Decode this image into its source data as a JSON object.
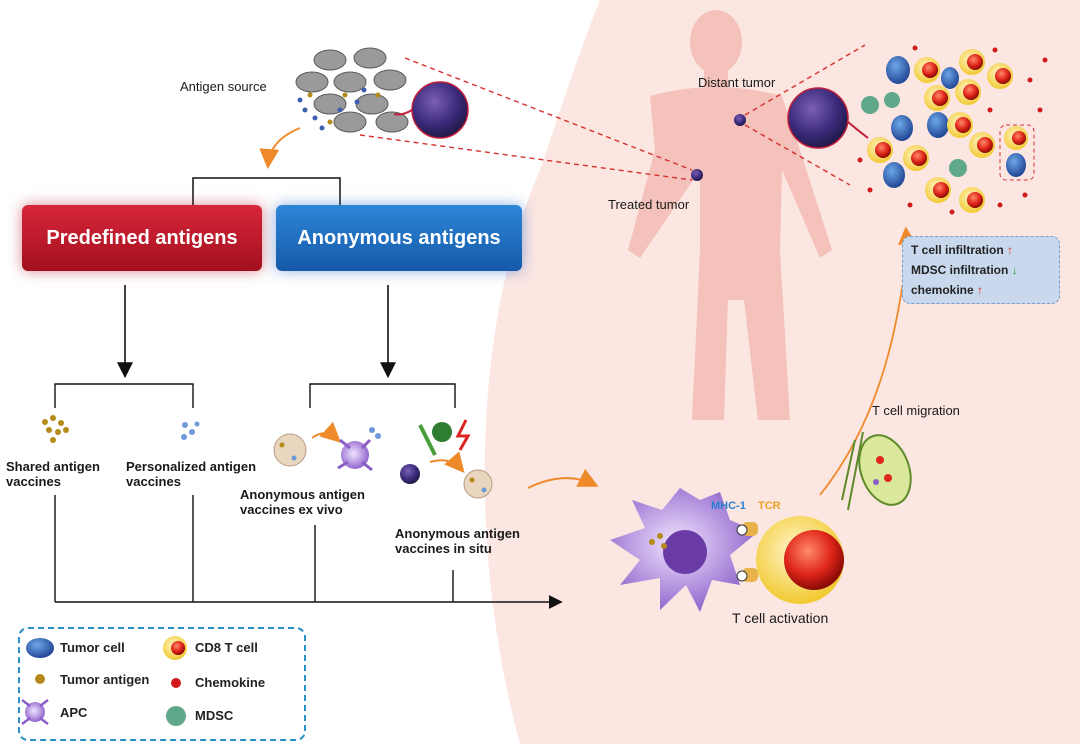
{
  "source": {
    "antigen_source_label": "Antigen source"
  },
  "categories": {
    "predefined_label": "Predefined antigens",
    "anonymous_label": "Anonymous antigens"
  },
  "vaccines": {
    "shared": "Shared antigen\nvaccines",
    "personalized": "Personalized antigen\nvaccines",
    "ex_vivo": "Anonymous antigen\nvaccines ex vivo",
    "in_situ": "Anonymous antigen\nvaccines in situ"
  },
  "body": {
    "distant_tumor": "Distant tumor",
    "treated_tumor": "Treated tumor"
  },
  "activation": {
    "mhc_label": "MHC-1",
    "tcr_label": "TCR",
    "t_cell_activation": "T cell activation",
    "t_cell_migration": "T cell migration"
  },
  "outcome": {
    "line1": "T cell infiltration",
    "line2": "MDSC infiltration",
    "line3": "chemokine"
  },
  "legend": {
    "tumor_cell": "Tumor cell",
    "cd8_t_cell": "CD8 T cell",
    "tumor_antigen": "Tumor antigen",
    "chemokine": "Chemokine",
    "apc": "APC",
    "mdsc": "MDSC"
  },
  "colors": {
    "predefined": "#c41a2c",
    "anonymous": "#1f6fc2",
    "body": "#f4c2ba",
    "background_panel": "#fbe6e2",
    "dashed_link": "#d8312f",
    "legend_border": "#2b8fc8"
  }
}
